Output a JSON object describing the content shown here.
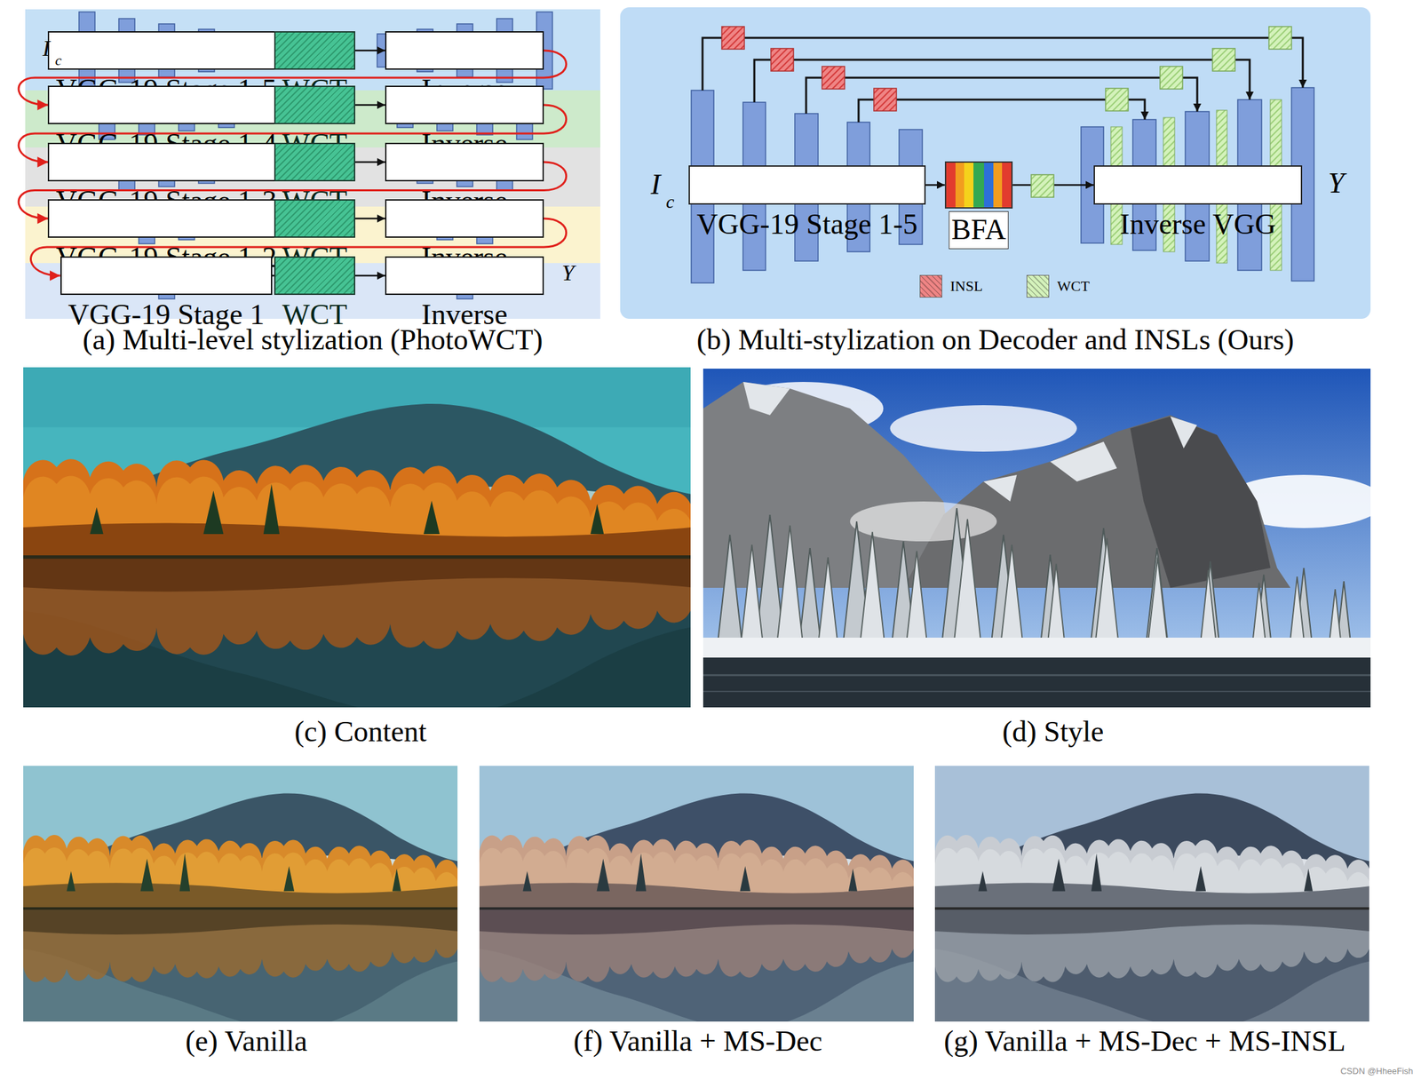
{
  "diagram": {
    "nodes": [
      {
        "text": [
          "(a) Multi-level stylization (PhotoWCT)"
        ]
      },
      {
        "text": [
          "VGG-19 Stage 1-5"
        ],
        "in": 0
      },
      {
        "text": [
          "WCT"
        ],
        "in": 0
      },
      {
        "text": [
          "Inverse"
        ],
        "in": 0
      },
      {
        "text": [
          "VGG-19 Stage 1-4"
        ],
        "in": 0
      },
      {
        "text": [
          "WCT"
        ],
        "in": 0
      },
      {
        "text": [
          "Inverse"
        ],
        "in": 0
      },
      {
        "text": [
          "VGG-19 Stage 1-3"
        ],
        "in": 0
      },
      {
        "text": [
          "WCT"
        ],
        "in": 0
      },
      {
        "text": [
          "Inverse"
        ],
        "in": 0
      },
      {
        "text": [
          "VGG-19 Stage 1-2"
        ],
        "in": 0
      },
      {
        "text": [
          "WCT"
        ],
        "in": 0
      },
      {
        "text": [
          "Inverse"
        ],
        "in": 0
      },
      {
        "text": [
          "VGG-19 Stage 1"
        ],
        "in": 0
      },
      {
        "text": [
          "WCT"
        ],
        "in": 0
      },
      {
        "text": [
          "Inverse"
        ],
        "in": 0
      },
      {
        "text": [
          "(b) Multi-stylization on Decoder and INSLs (Ours)"
        ]
      },
      {
        "text": [
          "VGG-19 Stage 1-5"
        ],
        "in": 16
      },
      {
        "text": [
          "BFA"
        ],
        "in": 16
      },
      {
        "text": [
          "Inverse VGG"
        ],
        "in": 16
      }
    ],
    "edges": [
      {
        "from": 1,
        "to": 2,
        "arrow": "to"
      },
      {
        "from": 2,
        "to": 3,
        "arrow": "to"
      },
      {
        "from": 3,
        "to": 4,
        "arrow": "to"
      },
      {
        "from": 4,
        "to": 5,
        "arrow": "to"
      },
      {
        "from": 5,
        "to": 6,
        "arrow": "to"
      },
      {
        "from": 6,
        "to": 7,
        "arrow": "to"
      },
      {
        "from": 7,
        "to": 8,
        "arrow": "to"
      },
      {
        "from": 8,
        "to": 9,
        "arrow": "to"
      },
      {
        "from": 9,
        "to": 10,
        "arrow": "to"
      },
      {
        "from": 10,
        "to": 11,
        "arrow": "to"
      },
      {
        "from": 11,
        "to": 12,
        "arrow": "to"
      },
      {
        "from": 12,
        "to": 13,
        "arrow": "to"
      },
      {
        "from": 13,
        "to": 14,
        "arrow": "to"
      },
      {
        "from": 14,
        "to": 15,
        "arrow": "to"
      },
      {
        "from": 17,
        "to": 18,
        "arrow": "to"
      },
      {
        "from": 18,
        "to": 19,
        "arrow": "to"
      }
    ],
    "labels": [
      "I",
      "c",
      "Y",
      "I",
      "c",
      "Y",
      "(c) Content",
      "(d) Style",
      "(e) Vanilla",
      "(f) Vanilla + MS-Dec",
      "(g) Vanilla + MS-Dec + MS-INSL",
      "CSDN @HheeFish"
    ],
    "legend": [
      {
        "text": "INSL",
        "color": "#ef8585"
      },
      {
        "text": "WCT",
        "color": "#d4f2bb"
      }
    ]
  }
}
